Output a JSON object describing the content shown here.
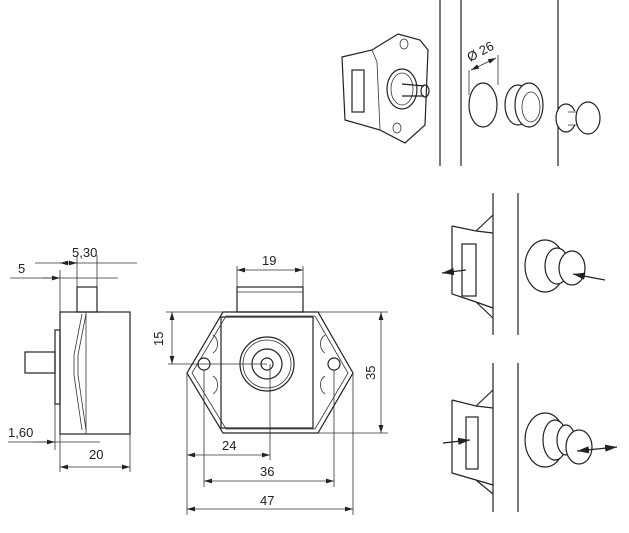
{
  "drawing": {
    "title": "Push button cabinet latch dimensional drawing",
    "side_view": {
      "dim_pin_width": "5,30",
      "dim_pin_offset": "5",
      "dim_flange": "1,60",
      "dim_depth": "20"
    },
    "front_view": {
      "dim_tab_width": "19",
      "dim_center_height": "15",
      "dim_height": "35",
      "dim_half_width": "24",
      "dim_hole_spacing": "36",
      "dim_total_width": "47"
    },
    "installation": {
      "dim_bore_diameter": "Ø 26"
    },
    "colors": {
      "line": "#222222",
      "background": "#ffffff"
    }
  }
}
